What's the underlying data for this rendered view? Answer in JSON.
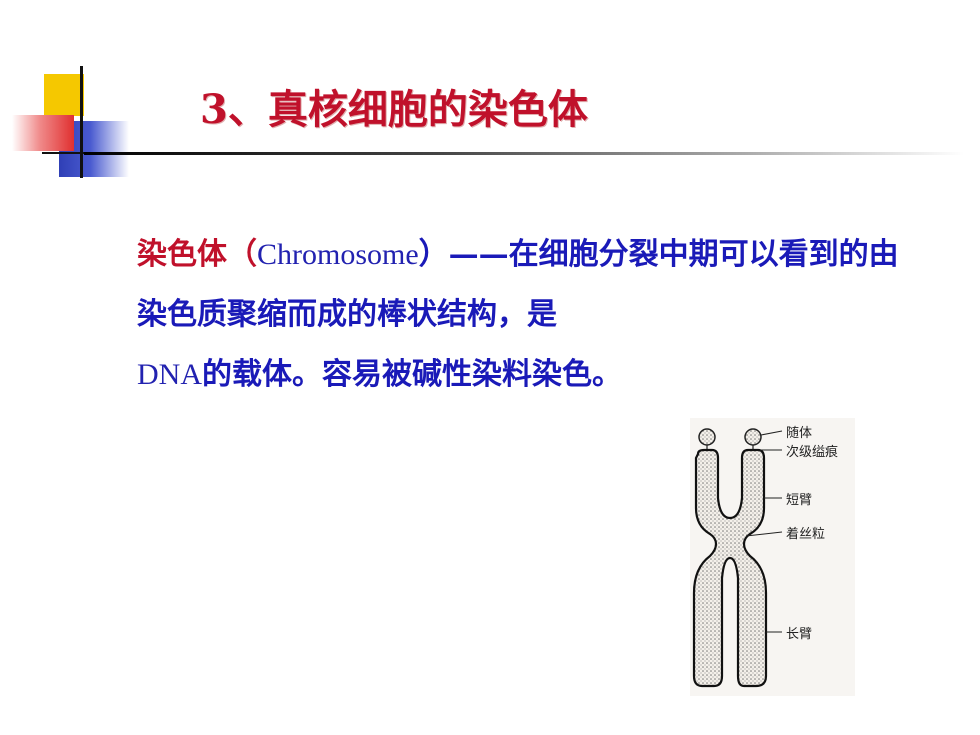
{
  "slide": {
    "title": "3、真核细胞的染色体",
    "body": {
      "term": "染色体（",
      "term_en": "Chromosome",
      "definition_1": "）——在细胞分裂中期可以看到的由染色质聚缩而成的棒状结构，是",
      "definition_en": "DNA",
      "definition_2": "的载体。容易被碱性染料染色。"
    }
  },
  "diagram": {
    "labels": {
      "satellite": "随体",
      "secondary_constriction": "次级缢痕",
      "short_arm": "短臂",
      "centromere": "着丝粒",
      "long_arm": "长臂"
    }
  },
  "colors": {
    "title": "#c0112b",
    "body_text": "#1a1ab8",
    "accent_yellow": "#f5c800",
    "accent_blue": "#2f3fb6",
    "accent_red": "#e03030"
  }
}
